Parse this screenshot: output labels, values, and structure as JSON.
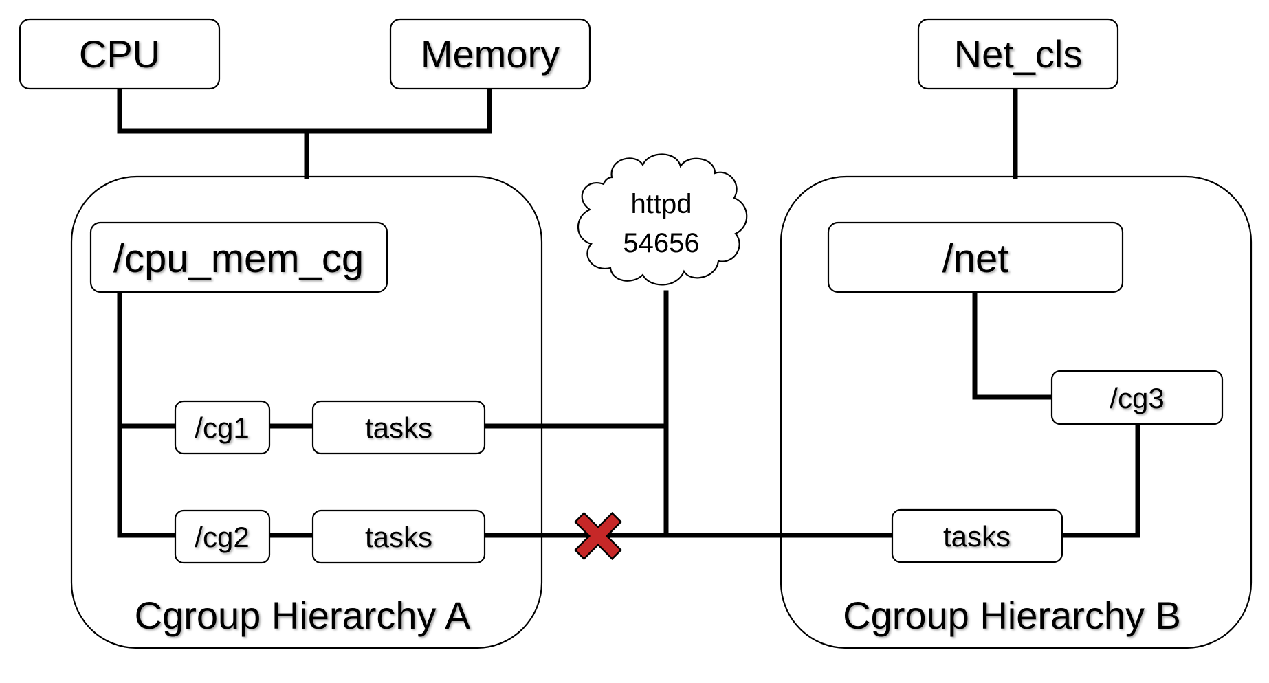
{
  "controllers": {
    "cpu": "CPU",
    "memory": "Memory",
    "net_cls": "Net_cls"
  },
  "hierarchy_a": {
    "title": "Cgroup Hierarchy A",
    "root": "/cpu_mem_cg",
    "cg1": "/cg1",
    "cg2": "/cg2",
    "tasks1": "tasks",
    "tasks2": "tasks"
  },
  "hierarchy_b": {
    "title": "Cgroup Hierarchy B",
    "root": "/net",
    "cg3": "/cg3",
    "tasks3": "tasks"
  },
  "process": {
    "name": "httpd",
    "pid": "54656"
  },
  "colors": {
    "blocked_marker": "#c62828",
    "line": "#000000"
  },
  "icons": {
    "blocked": "x-mark-icon",
    "process": "cloud-icon"
  }
}
